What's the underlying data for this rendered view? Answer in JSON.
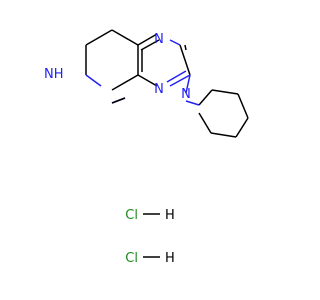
{
  "molecule": {
    "atoms": {
      "ring_nitrogen_1": "N",
      "ring_nitrogen_2": "N",
      "piperidine_nitrogen": "N",
      "amine_nitrogen": "NH"
    },
    "salt": [
      {
        "cl": "Cl",
        "h": "H"
      },
      {
        "cl": "Cl",
        "h": "H"
      }
    ]
  },
  "colors": {
    "nitrogen": "#2222f5",
    "chlorine": "#1f8a1f",
    "bond": "#000000"
  }
}
